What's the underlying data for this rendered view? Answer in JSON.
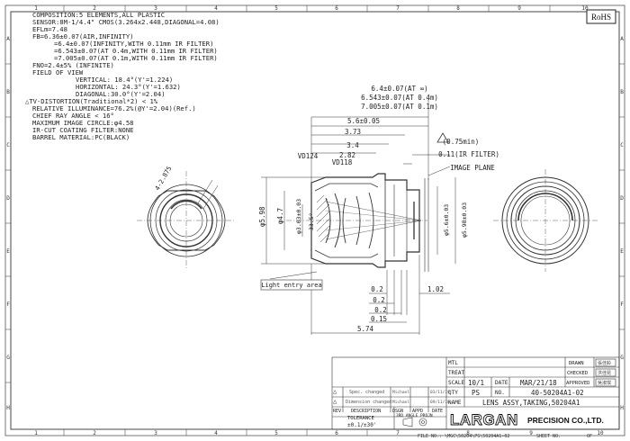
{
  "badge": "RoHS",
  "grid": {
    "top_numbers": [
      "1",
      "2",
      "3",
      "4",
      "5",
      "6",
      "7",
      "8",
      "9",
      "10"
    ],
    "bottom_numbers": [
      "1",
      "2",
      "3",
      "4",
      "5",
      "6",
      "7",
      "8",
      "9",
      "10"
    ],
    "left_letters": [
      "A",
      "B",
      "C",
      "D",
      "E",
      "F",
      "G",
      "H"
    ],
    "right_letters": [
      "A",
      "B",
      "C",
      "D",
      "E",
      "F",
      "G",
      "H"
    ]
  },
  "specs": [
    {
      "text": "COMPOSITION:5 ELEMENTS,ALL PLASTIC",
      "indent": 0
    },
    {
      "text": "SENSOR:8M-1/4.4\" CMOS(3.264x2.448,DIAGONAL=4.08)",
      "indent": 0
    },
    {
      "text": "EFLm=7.48",
      "indent": 0
    },
    {
      "text": "FB=6.36±0.07(AIR,INFINITY)",
      "indent": 0
    },
    {
      "text": "=6.4±0.07(INFINITY,WITH 0.11mm IR FILTER)",
      "indent": 1
    },
    {
      "text": "=6.543±0.07(AT 0.4m,WITH 0.11mm IR FILTER)",
      "indent": 1
    },
    {
      "text": "=7.005±0.07(AT 0.1m,WITH 0.11mm IR FILTER)",
      "indent": 1
    },
    {
      "text": "FNO=2.4±5% (INFINITE)",
      "indent": 0
    },
    {
      "text": "FIELD OF VIEW",
      "indent": 0
    },
    {
      "text": "VERTICAL: 18.4°(Y'=1.224)",
      "indent": 2
    },
    {
      "text": "HORIZONTAL: 24.3°(Y'=1.632)",
      "indent": 2
    },
    {
      "text": "DIAGONAL:30.0°(Y'=2.04)",
      "indent": 2
    },
    {
      "text": "△TV-DISTORTION(Traditional*2) < 1%",
      "indent": 0
    },
    {
      "text": "RELATIVE ILLUMINANCE=76.2%(@Y'=2.04)(Ref.)",
      "indent": 0
    },
    {
      "text": "CHIEF RAY ANGLE < 16°",
      "indent": 0
    },
    {
      "text": "MAXIMUM IMAGE CIRCLE:φ4.58",
      "indent": 0
    },
    {
      "text": "IR-CUT COATING FILTER:NONE",
      "indent": 0
    },
    {
      "text": "BARREL MATERIAL:PC(BLACK)",
      "indent": 0
    }
  ],
  "drawing": {
    "left_view_dim": "4-2.875",
    "fb_values": [
      "6.4±0.07(AT ∞)",
      "6.543±0.07(AT 0.4m)",
      "7.005±0.07(AT 0.1m)"
    ],
    "dims_top": [
      "5.6±0.05",
      "3.73",
      "3.4",
      "2.82"
    ],
    "ir_thickness_note": "(0.75min)",
    "ir_filter_note": "0.11(IR FILTER)",
    "image_plane_label": "IMAGE PLANE",
    "vd_labels": [
      "VD124",
      "VD118"
    ],
    "dia_labels": [
      "φ5.98",
      "φ4.7",
      "φ3.03±0.03",
      "33.5°",
      "φ5.6±0.03",
      "φ5.98±0.03"
    ],
    "dims_bottom": [
      "0.2",
      "0.2",
      "0.2",
      "0.15",
      "5.74"
    ],
    "dim_right_bottom": "1.02",
    "light_entry_label": "Light entry area"
  },
  "title_block": {
    "rev_rows": [
      {
        "mark": "△",
        "desc": "Spec. changed",
        "dsgn": "Michael",
        "date": "03/11/19"
      },
      {
        "mark": "△",
        "desc": "Dimension changed",
        "dsgn": "Michael",
        "date": "09/11/18"
      }
    ],
    "header": {
      "rev": "REV",
      "description": "DESCRIPTION",
      "dsgn": "DSGN",
      "appd": "APPD",
      "date": "DATE"
    },
    "tolerance_label": "TOLERANCE",
    "tolerance_value": "±0.1/±30'",
    "projection_label": "3RD ANGLE PROJN",
    "mtl": "MTL",
    "treat": "TREAT",
    "scale_label": "SCALE",
    "scale": "10/1",
    "date_label": "DATE",
    "date": "MAR/21/18",
    "qty_label": "QTY",
    "qty": "PS",
    "no_label": "NO.",
    "drawing_no": "40-50204A1-02",
    "name_label": "NAME",
    "name": "LENS ASSY,TAKING,50204A1",
    "drawn": "DRAWN",
    "checked": "CHECKED",
    "approved": "APPROVED",
    "stamps": [
      "張佳鈴",
      "洪佳昆",
      "吳淑琪"
    ],
    "company_logo": "LARGAN",
    "company_suffix": "PRECISION CO.,LTD.",
    "file_no": "FILE NO.: \\MGC\\50204\\PS\\50204A1-02",
    "sheet_no": "SHEET NO.",
    "sheet_of": "OF"
  }
}
